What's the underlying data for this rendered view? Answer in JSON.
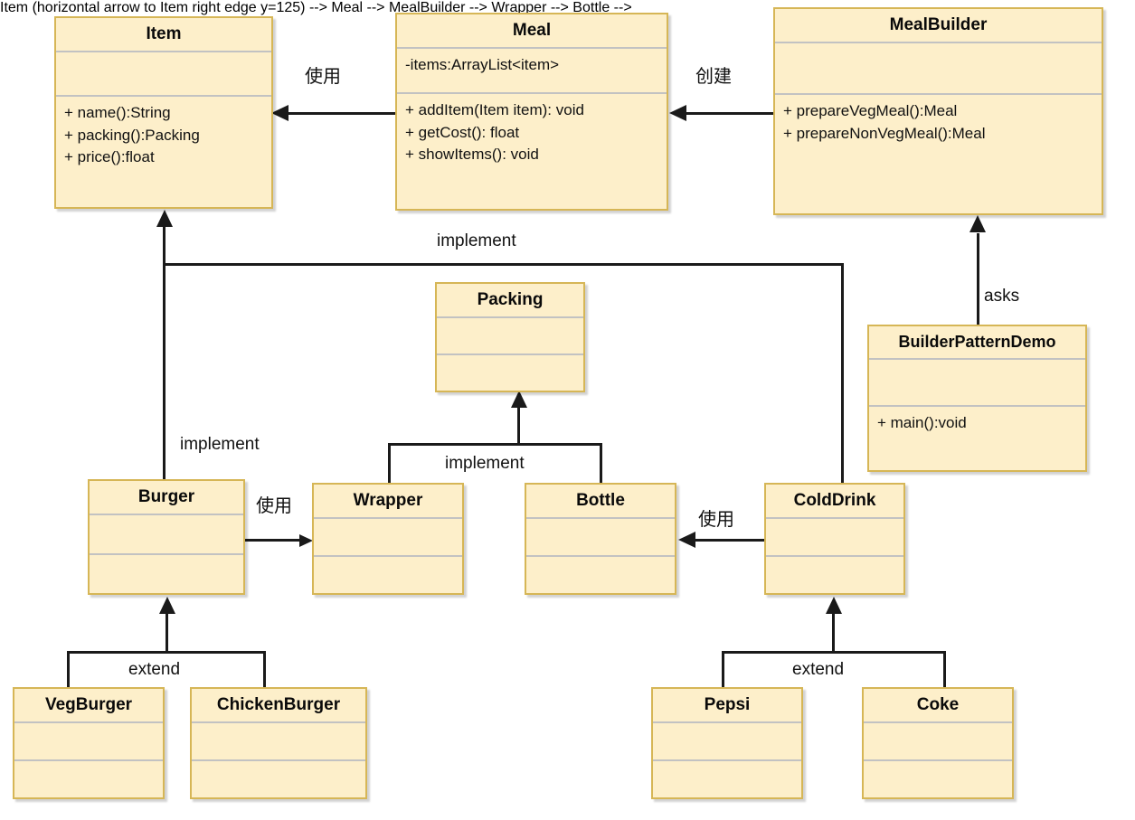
{
  "diagram": {
    "title": "Builder Pattern UML Class Diagram",
    "type": "uml-class-diagram",
    "colors": {
      "box_fill": "#FDEFCA",
      "box_border": "#D6B656",
      "compartment_divider": "#C2C2C2",
      "connector": "#1A1A1A",
      "text": "#111111",
      "background": "#FFFFFF"
    },
    "classes": [
      {
        "id": "item",
        "name": "Item",
        "attributes": [],
        "methods": [
          "+ name():String",
          "+ packing():Packing",
          "+ price():float"
        ]
      },
      {
        "id": "meal",
        "name": "Meal",
        "attributes": [
          "-items:ArrayList<item>"
        ],
        "methods": [
          "+ addItem(Item item): void",
          "+ getCost(): float",
          "+ showItems(): void"
        ]
      },
      {
        "id": "mealbuilder",
        "name": "MealBuilder",
        "attributes": [],
        "methods": [
          "+ prepareVegMeal():Meal",
          "+ prepareNonVegMeal():Meal"
        ]
      },
      {
        "id": "builderpatterndemo",
        "name": "BuilderPatternDemo",
        "attributes": [],
        "methods": [
          "+ main():void"
        ]
      },
      {
        "id": "packing",
        "name": "Packing",
        "attributes": [],
        "methods": []
      },
      {
        "id": "burger",
        "name": "Burger",
        "attributes": [],
        "methods": []
      },
      {
        "id": "wrapper",
        "name": "Wrapper",
        "attributes": [],
        "methods": []
      },
      {
        "id": "bottle",
        "name": "Bottle",
        "attributes": [],
        "methods": []
      },
      {
        "id": "colddrink",
        "name": "ColdDrink",
        "attributes": [],
        "methods": []
      },
      {
        "id": "vegburger",
        "name": "VegBurger",
        "attributes": [],
        "methods": []
      },
      {
        "id": "chickenburger",
        "name": "ChickenBurger",
        "attributes": [],
        "methods": []
      },
      {
        "id": "pepsi",
        "name": "Pepsi",
        "attributes": [],
        "methods": []
      },
      {
        "id": "coke",
        "name": "Coke",
        "attributes": [],
        "methods": []
      }
    ],
    "relationships": [
      {
        "id": "meal-uses-item",
        "from": "Meal",
        "to": "Item",
        "label": "使用",
        "kind": "dependency"
      },
      {
        "id": "mealbuilder-creates-meal",
        "from": "MealBuilder",
        "to": "Meal",
        "label": "创建",
        "kind": "dependency"
      },
      {
        "id": "demo-asks-mealbuilder",
        "from": "BuilderPatternDemo",
        "to": "MealBuilder",
        "label": "asks",
        "kind": "dependency"
      },
      {
        "id": "item-implement-top",
        "from": "Burger, ColdDrink",
        "to": "Item",
        "label": "implement",
        "kind": "realization"
      },
      {
        "id": "burger-implement-item",
        "from": "Burger",
        "to": "Item",
        "label": "implement",
        "kind": "realization"
      },
      {
        "id": "packing-implement",
        "from": "Wrapper, Bottle",
        "to": "Packing",
        "label": "implement",
        "kind": "realization"
      },
      {
        "id": "burger-uses-wrapper",
        "from": "Burger",
        "to": "Wrapper",
        "label": "使用",
        "kind": "dependency"
      },
      {
        "id": "colddrink-uses-bottle",
        "from": "ColdDrink",
        "to": "Bottle",
        "label": "使用",
        "kind": "dependency"
      },
      {
        "id": "burger-extend",
        "from": "VegBurger, ChickenBurger",
        "to": "Burger",
        "label": "extend",
        "kind": "generalization"
      },
      {
        "id": "colddrink-extend",
        "from": "Pepsi, Coke",
        "to": "ColdDrink",
        "label": "extend",
        "kind": "generalization"
      }
    ],
    "edge_labels": {
      "use_cn": "使用",
      "create_cn": "创建",
      "asks": "asks",
      "implement": "implement",
      "extend": "extend"
    }
  }
}
